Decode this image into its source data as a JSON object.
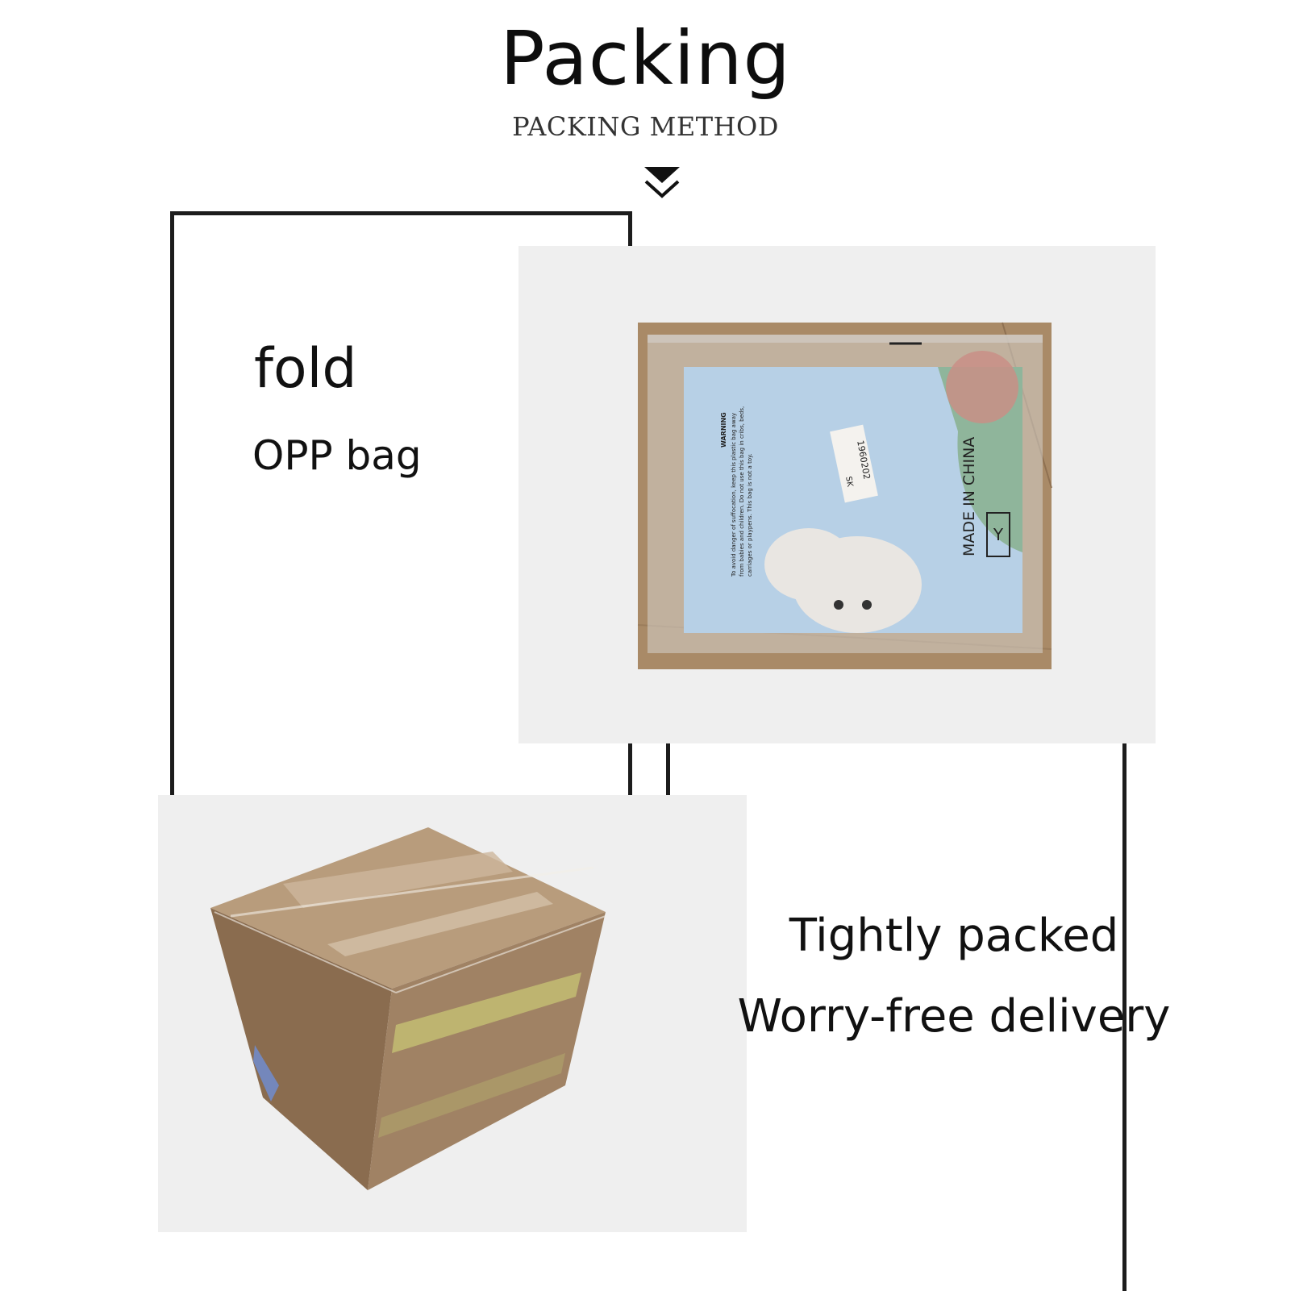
{
  "header": {
    "title": "Packing",
    "subtitle": "PACKING METHOD",
    "arrow_icon": "double-chevron-down-icon"
  },
  "section_bag": {
    "heading": "fold",
    "subheading": "OPP bag",
    "photo": {
      "warning_title": "WARNING",
      "warning_text": "To avoid danger of suffocation, keep this plastic bag away from babies and children. Do not use this bag in cribs, beds, carriages or playpens. This bag is not a toy.",
      "origin_label": "MADE IN CHINA",
      "size_label": "Y",
      "sticker_code": "1960202",
      "sticker_note": "SK"
    }
  },
  "section_box": {
    "line1": "Tightly packed",
    "line2": "Worry-free delivery"
  },
  "colors": {
    "background": "#ffffff",
    "panel": "#efefef",
    "cardboard": "#a98a67",
    "bag_blue": "#b7d0e6",
    "line": "#1c1c1c"
  }
}
